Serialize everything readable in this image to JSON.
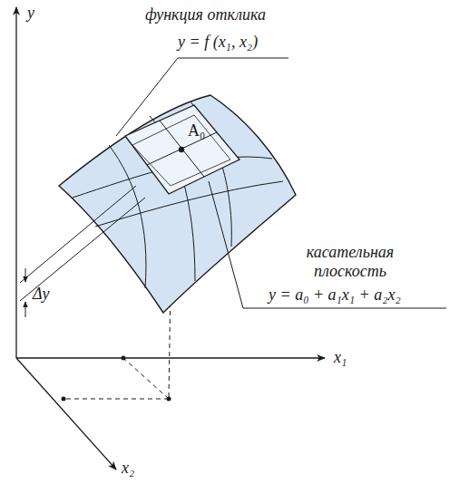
{
  "diagram": {
    "labels": [
      "функция отклика",
      "y = f (x₁, x₂)",
      "касательная плоскость",
      "y = a₀ + a₁x₁ + a₂x₂",
      "A₀",
      "Δy",
      "y",
      "x₁",
      "x₂"
    ]
  }
}
